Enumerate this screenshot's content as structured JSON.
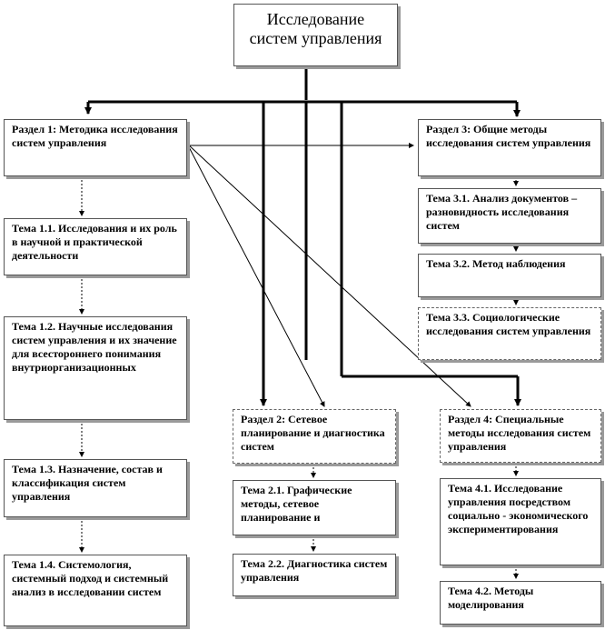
{
  "title": [
    "Исследование",
    "систем управления"
  ],
  "sections": {
    "s1": {
      "heading": "Раздел 1: Методика исследования систем управления",
      "topics": [
        "Тема 1.1. Исследования и их роль в научной и практической деятельности",
        "Тема 1.2. Научные исследования систем управления и их значение для всестороннего понимания внутриорганизационных",
        "Тема 1.3. Назначение, состав и классификация систем управления",
        "Тема 1.4. Системология, системный подход и системный анализ в исследовании систем"
      ]
    },
    "s2": {
      "heading": "Раздел 2: Сетевое планирование и диагностика систем",
      "topics": [
        "Тема 2.1. Графические методы, сетевое планирование и",
        "Тема 2.2. Диагностика систем управления"
      ]
    },
    "s3": {
      "heading": "Раздел 3: Общие методы исследования систем управления",
      "topics": [
        "Тема 3.1. Анализ документов – разновидность исследования систем",
        "Тема 3.2. Метод наблюдения",
        "Тема 3.3. Социологические исследования систем управления"
      ]
    },
    "s4": {
      "heading": "Раздел 4: Специальные методы исследования систем управления",
      "topics": [
        "Тема 4.1. Исследование управления посредством социально - экономического экспериментирования",
        "Тема 4.2. Методы моделирования"
      ]
    }
  }
}
